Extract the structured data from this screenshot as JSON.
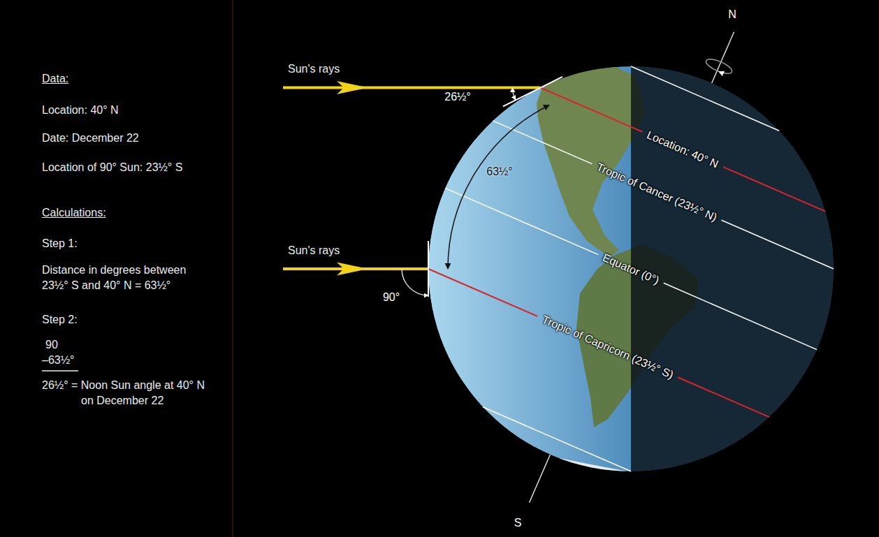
{
  "diagram": {
    "labels": [
      "Data:",
      "Location: 40° N",
      "Date: December 22",
      "Location of 90° Sun: 23½° S",
      "Calculations:",
      "Step 1:",
      "Distance in degrees between 23½° S and 40° N = 63½°",
      "Step 2:",
      "90",
      "–63½°",
      "26½° = Noon Sun angle at 40° N on December 22",
      "N",
      "Sun's rays",
      "26½°",
      "Location: 40° N",
      "63½°",
      "Tropic of Cancer (23½° N)",
      "Sun's rays",
      "Equator (0°)",
      "90°",
      "Tropic of Capricorn (23½° S)",
      "S"
    ]
  }
}
